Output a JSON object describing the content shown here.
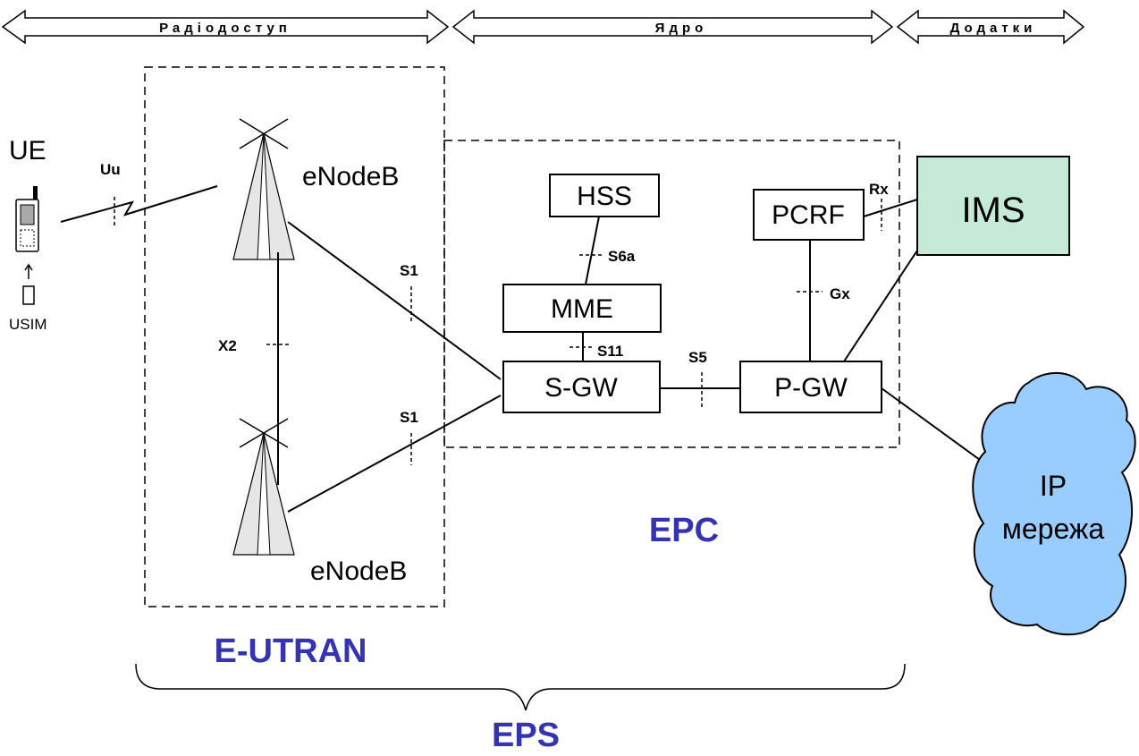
{
  "header_arrows": {
    "radio": "Радіодоступ",
    "core": "Ядро",
    "apps": "Додатки"
  },
  "ue": {
    "label": "UE",
    "usim": "USIM"
  },
  "enodeb": {
    "top": "eNodeB",
    "bottom": "eNodeB"
  },
  "nodes": {
    "hss": "HSS",
    "mme": "MME",
    "sgw": "S-GW",
    "pgw": "P-GW",
    "pcrf": "PCRF",
    "ims": "IMS",
    "ip_line1": "IP",
    "ip_line2": "мережа"
  },
  "interfaces": {
    "uu": "Uu",
    "x2": "X2",
    "s1_top": "S1",
    "s1_bottom": "S1",
    "s6a": "S6a",
    "s11": "S11",
    "s5": "S5",
    "gx": "Gx",
    "rx": "Rx"
  },
  "regions": {
    "epc": "EPC",
    "eutran": "E-UTRAN",
    "eps": "EPS"
  },
  "colors": {
    "ims_fill": "#c6ead8",
    "cloud_fill": "#99ccff",
    "antenna_fill": "#e6e6e6",
    "region_label": "#3333b3"
  }
}
